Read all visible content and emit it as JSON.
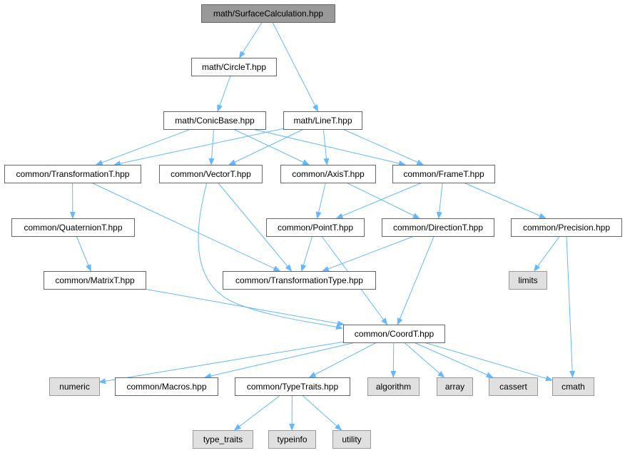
{
  "colors": {
    "root_fill": "#999999",
    "header_fill": "#ffffff",
    "system_fill": "#e0e0e0",
    "system_border": "#999999",
    "border": "#666666",
    "edge": "#63b8ff"
  },
  "nodes": [
    {
      "id": "surface",
      "label": "math/SurfaceCalculation.hpp",
      "kind": "root"
    },
    {
      "id": "circle",
      "label": "math/CircleT.hpp",
      "kind": "header"
    },
    {
      "id": "conic",
      "label": "math/ConicBase.hpp",
      "kind": "header"
    },
    {
      "id": "line",
      "label": "math/LineT.hpp",
      "kind": "header"
    },
    {
      "id": "transformation",
      "label": "common/TransformationT.hpp",
      "kind": "header"
    },
    {
      "id": "vector",
      "label": "common/VectorT.hpp",
      "kind": "header"
    },
    {
      "id": "axis",
      "label": "common/AxisT.hpp",
      "kind": "header"
    },
    {
      "id": "frame",
      "label": "common/FrameT.hpp",
      "kind": "header"
    },
    {
      "id": "quaternion",
      "label": "common/QuaternionT.hpp",
      "kind": "header"
    },
    {
      "id": "point",
      "label": "common/PointT.hpp",
      "kind": "header"
    },
    {
      "id": "direction",
      "label": "common/DirectionT.hpp",
      "kind": "header"
    },
    {
      "id": "precision",
      "label": "common/Precision.hpp",
      "kind": "header"
    },
    {
      "id": "matrix",
      "label": "common/MatrixT.hpp",
      "kind": "header"
    },
    {
      "id": "ttype",
      "label": "common/TransformationType.hpp",
      "kind": "header"
    },
    {
      "id": "limits",
      "label": "limits",
      "kind": "system"
    },
    {
      "id": "coord",
      "label": "common/CoordT.hpp",
      "kind": "header"
    },
    {
      "id": "numeric",
      "label": "numeric",
      "kind": "system"
    },
    {
      "id": "macros",
      "label": "common/Macros.hpp",
      "kind": "header"
    },
    {
      "id": "typetraits",
      "label": "common/TypeTraits.hpp",
      "kind": "header"
    },
    {
      "id": "algorithm",
      "label": "algorithm",
      "kind": "system"
    },
    {
      "id": "array",
      "label": "array",
      "kind": "system"
    },
    {
      "id": "cassert",
      "label": "cassert",
      "kind": "system"
    },
    {
      "id": "cmath",
      "label": "cmath",
      "kind": "system"
    },
    {
      "id": "type_traits",
      "label": "type_traits",
      "kind": "system"
    },
    {
      "id": "typeinfo",
      "label": "typeinfo",
      "kind": "system"
    },
    {
      "id": "utility",
      "label": "utility",
      "kind": "system"
    }
  ],
  "edges": [
    {
      "from": "surface",
      "to": "circle"
    },
    {
      "from": "surface",
      "to": "line"
    },
    {
      "from": "circle",
      "to": "conic"
    },
    {
      "from": "conic",
      "to": "transformation"
    },
    {
      "from": "conic",
      "to": "vector"
    },
    {
      "from": "conic",
      "to": "axis"
    },
    {
      "from": "conic",
      "to": "frame"
    },
    {
      "from": "line",
      "to": "transformation"
    },
    {
      "from": "line",
      "to": "vector"
    },
    {
      "from": "line",
      "to": "axis"
    },
    {
      "from": "line",
      "to": "frame"
    },
    {
      "from": "transformation",
      "to": "quaternion"
    },
    {
      "from": "transformation",
      "to": "ttype"
    },
    {
      "from": "vector",
      "to": "ttype"
    },
    {
      "from": "vector",
      "to": "coord"
    },
    {
      "from": "axis",
      "to": "point"
    },
    {
      "from": "axis",
      "to": "direction"
    },
    {
      "from": "frame",
      "to": "point"
    },
    {
      "from": "frame",
      "to": "direction"
    },
    {
      "from": "frame",
      "to": "precision"
    },
    {
      "from": "quaternion",
      "to": "matrix"
    },
    {
      "from": "point",
      "to": "ttype"
    },
    {
      "from": "point",
      "to": "coord"
    },
    {
      "from": "direction",
      "to": "ttype"
    },
    {
      "from": "direction",
      "to": "coord"
    },
    {
      "from": "precision",
      "to": "limits"
    },
    {
      "from": "precision",
      "to": "cmath"
    },
    {
      "from": "matrix",
      "to": "coord"
    },
    {
      "from": "coord",
      "to": "numeric"
    },
    {
      "from": "coord",
      "to": "macros"
    },
    {
      "from": "coord",
      "to": "typetraits"
    },
    {
      "from": "coord",
      "to": "algorithm"
    },
    {
      "from": "coord",
      "to": "array"
    },
    {
      "from": "coord",
      "to": "cassert"
    },
    {
      "from": "coord",
      "to": "cmath"
    },
    {
      "from": "typetraits",
      "to": "type_traits"
    },
    {
      "from": "typetraits",
      "to": "typeinfo"
    },
    {
      "from": "typetraits",
      "to": "utility"
    }
  ]
}
